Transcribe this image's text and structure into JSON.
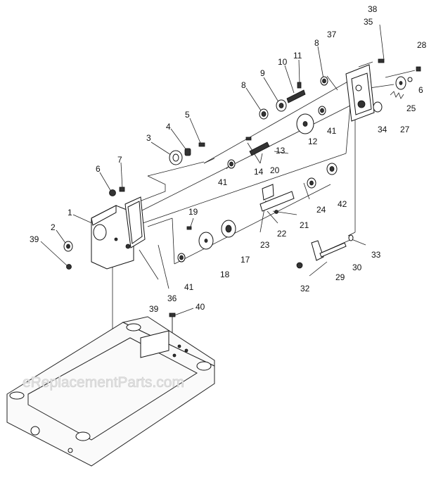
{
  "watermark": "eReplacementParts.com",
  "callouts": [
    "1",
    "2",
    "3",
    "4",
    "5",
    "6",
    "7",
    "8",
    "9",
    "10",
    "11",
    "12",
    "13",
    "14",
    "17",
    "18",
    "19",
    "20",
    "21",
    "22",
    "23",
    "24",
    "25",
    "27",
    "28",
    "29",
    "30",
    "32",
    "33",
    "34",
    "35",
    "36",
    "37",
    "38",
    "39",
    "40",
    "41",
    "42"
  ],
  "labels": {
    "l1": "1",
    "l2": "2",
    "l3": "3",
    "l4": "4",
    "l5": "5",
    "l6a": "6",
    "l6b": "6",
    "l7": "7",
    "l8a": "8",
    "l8b": "8",
    "l9": "9",
    "l10": "10",
    "l11": "11",
    "l12": "12",
    "l13": "13",
    "l14": "14",
    "l17": "17",
    "l18": "18",
    "l19": "19",
    "l20": "20",
    "l21": "21",
    "l22": "22",
    "l23": "23",
    "l24": "24",
    "l25": "25",
    "l27": "27",
    "l28": "28",
    "l29": "29",
    "l30": "30",
    "l32": "32",
    "l33": "33",
    "l34": "34",
    "l35": "35",
    "l36": "36",
    "l37": "37",
    "l38": "38",
    "l39a": "39",
    "l39b": "39",
    "l40": "40",
    "l41a": "41",
    "l41b": "41",
    "l41c": "41",
    "l42": "42"
  }
}
